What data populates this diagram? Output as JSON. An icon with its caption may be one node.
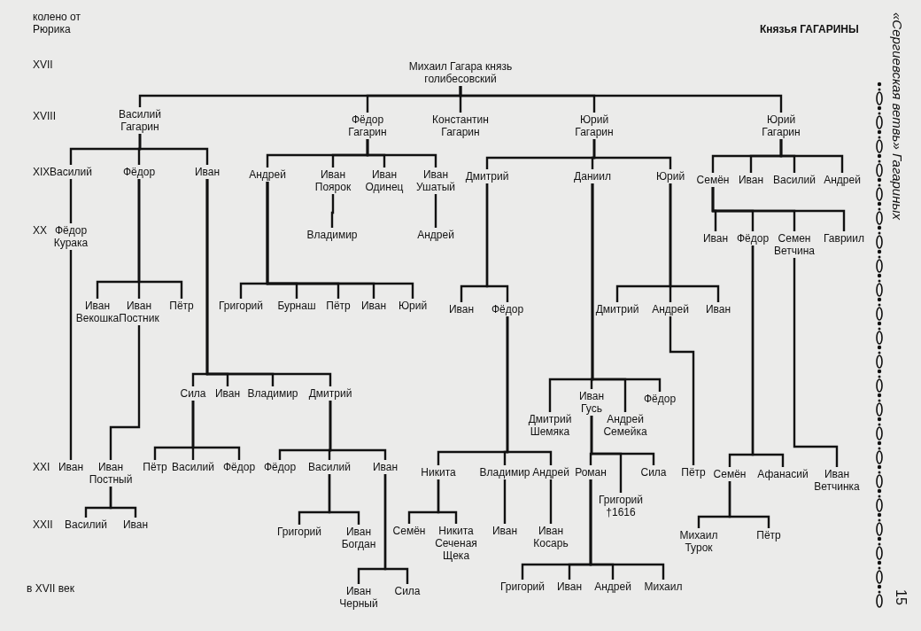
{
  "diagram": {
    "title": "Князья ГАГАРИНЫ",
    "nodes": [
      {
        "text": [
          "Михаил Гагара князь голибесовский"
        ]
      },
      {
        "text": [
          "Василий Гагарин"
        ]
      },
      {
        "text": [
          "Фёдор Гагарин"
        ]
      },
      {
        "text": [
          "Константин Гагарин"
        ]
      },
      {
        "text": [
          "Юрий Гагарин"
        ]
      },
      {
        "text": [
          "Юрий Гагарин"
        ]
      },
      {
        "text": [
          "Василий"
        ]
      },
      {
        "text": [
          "Фёдор"
        ]
      },
      {
        "text": [
          "Иван"
        ]
      },
      {
        "text": [
          "Андрей"
        ]
      },
      {
        "text": [
          "Иван Поярок"
        ]
      },
      {
        "text": [
          "Иван Одинец"
        ]
      },
      {
        "text": [
          "Иван Ушатый"
        ]
      },
      {
        "text": [
          "Дмитрий"
        ]
      },
      {
        "text": [
          "Даниил"
        ]
      },
      {
        "text": [
          "Юрий"
        ]
      },
      {
        "text": [
          "Семён"
        ]
      },
      {
        "text": [
          "Иван"
        ]
      },
      {
        "text": [
          "Василий"
        ]
      },
      {
        "text": [
          "Андрей"
        ]
      },
      {
        "text": [
          "Фёдор Курака"
        ]
      },
      {
        "text": [
          "Владимир"
        ]
      },
      {
        "text": [
          "Андрей"
        ]
      },
      {
        "text": [
          "Иван"
        ]
      },
      {
        "text": [
          "Фёдор"
        ]
      },
      {
        "text": [
          "Семен Ветчина"
        ]
      },
      {
        "text": [
          "Гавриил"
        ]
      },
      {
        "text": [
          "Иван Векошка"
        ]
      },
      {
        "text": [
          "Иван Постник"
        ]
      },
      {
        "text": [
          "Пётр"
        ]
      },
      {
        "text": [
          "Григорий"
        ]
      },
      {
        "text": [
          "Бурнаш"
        ]
      },
      {
        "text": [
          "Пётр"
        ]
      },
      {
        "text": [
          "Иван"
        ]
      },
      {
        "text": [
          "Юрий"
        ]
      },
      {
        "text": [
          "Иван"
        ]
      },
      {
        "text": [
          "Фёдор"
        ]
      },
      {
        "text": [
          "Дмитрий"
        ]
      },
      {
        "text": [
          "Андрей"
        ]
      },
      {
        "text": [
          "Иван"
        ]
      },
      {
        "text": [
          "Сила"
        ]
      },
      {
        "text": [
          "Иван"
        ]
      },
      {
        "text": [
          "Владимир"
        ]
      },
      {
        "text": [
          "Дмитрий"
        ]
      },
      {
        "text": [
          "Дмитрий Шемяка"
        ]
      },
      {
        "text": [
          "Иван Гусь"
        ]
      },
      {
        "text": [
          "Андрей Семейка"
        ]
      },
      {
        "text": [
          "Фёдор"
        ]
      },
      {
        "text": [
          "Иван"
        ]
      },
      {
        "text": [
          "Иван Постный"
        ]
      },
      {
        "text": [
          "Пётр"
        ]
      },
      {
        "text": [
          "Василий"
        ]
      },
      {
        "text": [
          "Фёдор"
        ]
      },
      {
        "text": [
          "Фёдор"
        ]
      },
      {
        "text": [
          "Василий"
        ]
      },
      {
        "text": [
          "Иван"
        ]
      },
      {
        "text": [
          "Никита"
        ]
      },
      {
        "text": [
          "Владимир"
        ]
      },
      {
        "text": [
          "Андрей"
        ]
      },
      {
        "text": [
          "Роман"
        ]
      },
      {
        "text": [
          "Григорий †1616"
        ]
      },
      {
        "text": [
          "Сила"
        ]
      },
      {
        "text": [
          "Пётр"
        ]
      },
      {
        "text": [
          "Семён"
        ]
      },
      {
        "text": [
          "Афанасий"
        ]
      },
      {
        "text": [
          "Иван Ветчинка"
        ]
      },
      {
        "text": [
          "Василий"
        ]
      },
      {
        "text": [
          "Иван"
        ]
      },
      {
        "text": [
          "Григорий"
        ]
      },
      {
        "text": [
          "Иван Богдан"
        ]
      },
      {
        "text": [
          "Иван Черный"
        ]
      },
      {
        "text": [
          "Сила"
        ]
      },
      {
        "text": [
          "Семён"
        ]
      },
      {
        "text": [
          "Никита Сеченая Щека"
        ]
      },
      {
        "text": [
          "Иван"
        ]
      },
      {
        "text": [
          "Иван Косарь"
        ]
      },
      {
        "text": [
          "Михаил Турок"
        ]
      },
      {
        "text": [
          "Пётр"
        ]
      },
      {
        "text": [
          "Григорий"
        ]
      },
      {
        "text": [
          "Иван"
        ]
      },
      {
        "text": [
          "Андрей"
        ]
      },
      {
        "text": [
          "Михаил"
        ]
      }
    ],
    "edges": [
      {
        "from": 0,
        "to": 1,
        "arrow": "none"
      },
      {
        "from": 0,
        "to": 2,
        "arrow": "none"
      },
      {
        "from": 0,
        "to": 3,
        "arrow": "none"
      },
      {
        "from": 0,
        "to": 4,
        "arrow": "none"
      },
      {
        "from": 0,
        "to": 5,
        "arrow": "none"
      },
      {
        "from": 1,
        "to": 6,
        "arrow": "none"
      },
      {
        "from": 1,
        "to": 7,
        "arrow": "none"
      },
      {
        "from": 1,
        "to": 8,
        "arrow": "none"
      },
      {
        "from": 2,
        "to": 9,
        "arrow": "none"
      },
      {
        "from": 2,
        "to": 10,
        "arrow": "none"
      },
      {
        "from": 2,
        "to": 11,
        "arrow": "none"
      },
      {
        "from": 2,
        "to": 12,
        "arrow": "none"
      },
      {
        "from": 4,
        "to": 13,
        "arrow": "none"
      },
      {
        "from": 4,
        "to": 14,
        "arrow": "none"
      },
      {
        "from": 4,
        "to": 15,
        "arrow": "none"
      },
      {
        "from": 5,
        "to": 16,
        "arrow": "none"
      },
      {
        "from": 5,
        "to": 17,
        "arrow": "none"
      },
      {
        "from": 5,
        "to": 18,
        "arrow": "none"
      },
      {
        "from": 5,
        "to": 19,
        "arrow": "none"
      },
      {
        "from": 6,
        "to": 20,
        "arrow": "none"
      },
      {
        "from": 10,
        "to": 21,
        "arrow": "none"
      },
      {
        "from": 12,
        "to": 22,
        "arrow": "none"
      },
      {
        "from": 16,
        "to": 23,
        "arrow": "none"
      },
      {
        "from": 16,
        "to": 24,
        "arrow": "none"
      },
      {
        "from": 16,
        "to": 25,
        "arrow": "none"
      },
      {
        "from": 16,
        "to": 26,
        "arrow": "none"
      },
      {
        "from": 7,
        "to": 27,
        "arrow": "none"
      },
      {
        "from": 7,
        "to": 28,
        "arrow": "none"
      },
      {
        "from": 7,
        "to": 29,
        "arrow": "none"
      },
      {
        "from": 9,
        "to": 30,
        "arrow": "none"
      },
      {
        "from": 9,
        "to": 31,
        "arrow": "none"
      },
      {
        "from": 9,
        "to": 32,
        "arrow": "none"
      },
      {
        "from": 9,
        "to": 33,
        "arrow": "none"
      },
      {
        "from": 9,
        "to": 34,
        "arrow": "none"
      },
      {
        "from": 13,
        "to": 35,
        "arrow": "none"
      },
      {
        "from": 13,
        "to": 36,
        "arrow": "none"
      },
      {
        "from": 15,
        "to": 37,
        "arrow": "none"
      },
      {
        "from": 15,
        "to": 38,
        "arrow": "none"
      },
      {
        "from": 15,
        "to": 39,
        "arrow": "none"
      },
      {
        "from": 8,
        "to": 40,
        "arrow": "none"
      },
      {
        "from": 8,
        "to": 41,
        "arrow": "none"
      },
      {
        "from": 8,
        "to": 42,
        "arrow": "none"
      },
      {
        "from": 8,
        "to": 43,
        "arrow": "none"
      },
      {
        "from": 14,
        "to": 44,
        "arrow": "none"
      },
      {
        "from": 14,
        "to": 45,
        "arrow": "none"
      },
      {
        "from": 14,
        "to": 46,
        "arrow": "none"
      },
      {
        "from": 14,
        "to": 47,
        "arrow": "none"
      },
      {
        "from": 20,
        "to": 48,
        "arrow": "none"
      },
      {
        "from": 28,
        "to": 49,
        "arrow": "none"
      },
      {
        "from": 40,
        "to": 50,
        "arrow": "none"
      },
      {
        "from": 40,
        "to": 51,
        "arrow": "none"
      },
      {
        "from": 40,
        "to": 52,
        "arrow": "none"
      },
      {
        "from": 43,
        "to": 53,
        "arrow": "none"
      },
      {
        "from": 43,
        "to": 54,
        "arrow": "none"
      },
      {
        "from": 43,
        "to": 55,
        "arrow": "none"
      },
      {
        "from": 36,
        "to": 56,
        "arrow": "none"
      },
      {
        "from": 36,
        "to": 57,
        "arrow": "none"
      },
      {
        "from": 36,
        "to": 58,
        "arrow": "none"
      },
      {
        "from": 45,
        "to": 59,
        "arrow": "none"
      },
      {
        "from": 45,
        "to": 60,
        "arrow": "none"
      },
      {
        "from": 45,
        "to": 61,
        "arrow": "none"
      },
      {
        "from": 38,
        "to": 62,
        "arrow": "none"
      },
      {
        "from": 24,
        "to": 63,
        "arrow": "none"
      },
      {
        "from": 24,
        "to": 64,
        "arrow": "none"
      },
      {
        "from": 25,
        "to": 65,
        "arrow": "none"
      },
      {
        "from": 49,
        "to": 66,
        "arrow": "none"
      },
      {
        "from": 49,
        "to": 67,
        "arrow": "none"
      },
      {
        "from": 54,
        "to": 68,
        "arrow": "none"
      },
      {
        "from": 54,
        "to": 69,
        "arrow": "none"
      },
      {
        "from": 55,
        "to": 70,
        "arrow": "none"
      },
      {
        "from": 55,
        "to": 71,
        "arrow": "none"
      },
      {
        "from": 56,
        "to": 72,
        "arrow": "none"
      },
      {
        "from": 56,
        "to": 73,
        "arrow": "none"
      },
      {
        "from": 57,
        "to": 74,
        "arrow": "none"
      },
      {
        "from": 58,
        "to": 75,
        "arrow": "none"
      },
      {
        "from": 63,
        "to": 76,
        "arrow": "none"
      },
      {
        "from": 63,
        "to": 77,
        "arrow": "none"
      },
      {
        "from": 59,
        "to": 78,
        "arrow": "none"
      },
      {
        "from": 59,
        "to": 79,
        "arrow": "none"
      },
      {
        "from": 59,
        "to": 80,
        "arrow": "none"
      },
      {
        "from": 59,
        "to": 81,
        "arrow": "none"
      }
    ],
    "labels": [
      "колено от Рюрика",
      "XVII",
      "XVIII",
      "XIX",
      "XX",
      "XXI",
      "XXII",
      "в XVII век",
      "«Сергиевская ветвь» Гагариных",
      "15"
    ]
  }
}
